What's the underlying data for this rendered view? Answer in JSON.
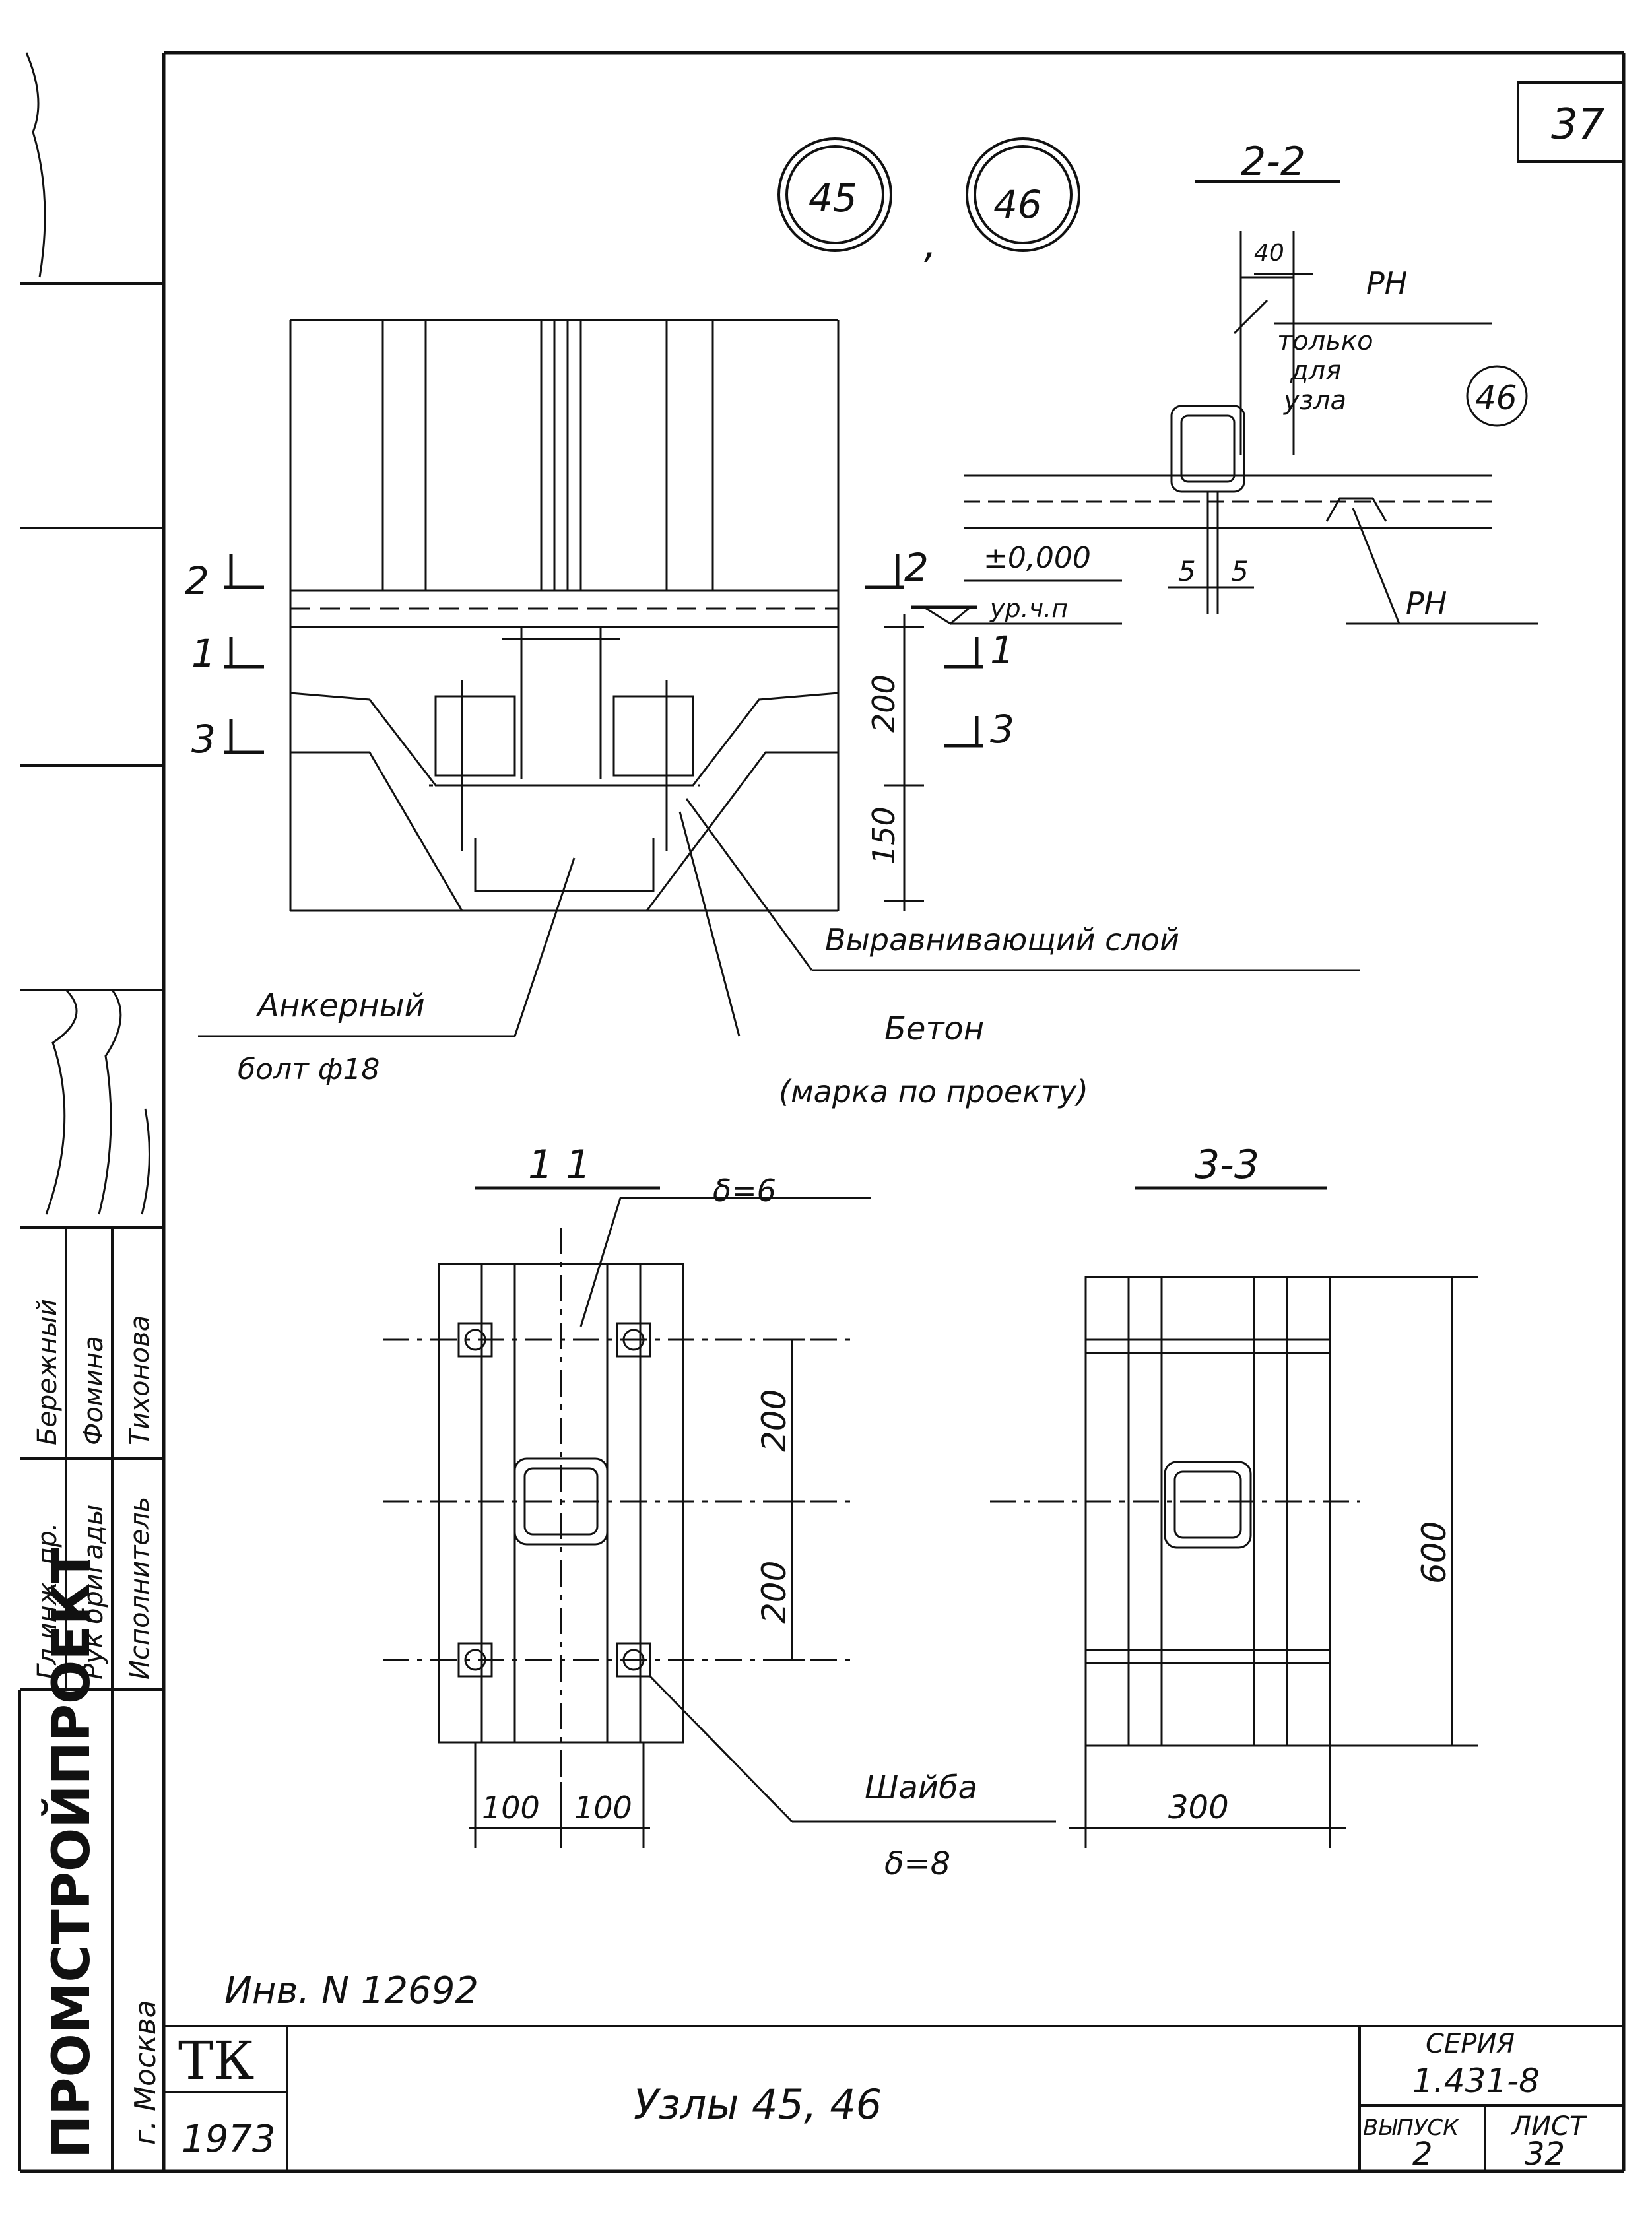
{
  "sheet": {
    "sheet_number": "37",
    "node_numbers": [
      "45",
      "46"
    ],
    "inventory": "Инв. N 12692",
    "org": "ПРОМСТРОЙПРОЕКТ",
    "city": "г. Москва",
    "tk": "ТК",
    "year": "1973",
    "title": "Узлы 45, 46",
    "series_label": "СЕРИЯ",
    "series_value": "1.431-8",
    "issue_label": "ВЫПУСК",
    "issue_value": "2",
    "list_label": "ЛИСТ",
    "list_value": "32",
    "roles": [
      "Гл инж. пр.",
      "Рук бригады",
      "Исполнитель"
    ],
    "names": [
      "Бережный",
      "Фомина",
      "Тихонова"
    ]
  },
  "labels": {
    "sec_22": "2-2",
    "sec_11": "1 1",
    "sec_33": "3-3",
    "cut2": "2",
    "cut1": "1",
    "cut3": "3",
    "elev": "±0,000",
    "floor": "ур.ч.п",
    "rn1": "РН",
    "rn2": "РН",
    "only_for_node": [
      "только",
      "для",
      "узла"
    ],
    "node46": "46",
    "dim5a": "5",
    "dim5b": "5",
    "dim40": "40",
    "dim200": "200",
    "dim150": "150",
    "leveling": "Выравнивающий слой",
    "concrete": "Бетон",
    "grade": "(марка по проекту)",
    "anchor": "Анкерный",
    "bolt": "болт ф18",
    "delta6": "δ=6",
    "delta8": "δ=8",
    "washer": "Шайба",
    "d200a": "200",
    "d200b": "200",
    "d100a": "100",
    "d100b": "100",
    "d300": "300",
    "d600": "600"
  }
}
